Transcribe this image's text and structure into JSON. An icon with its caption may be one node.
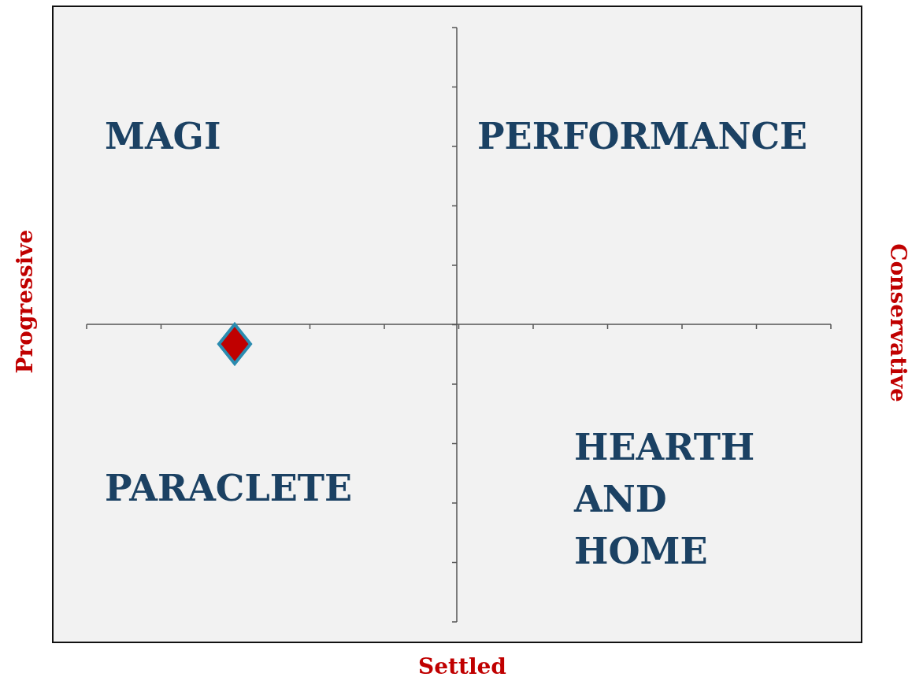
{
  "diagram": {
    "labels": [
      "MAGI",
      "PERFORMANCE",
      "Progressive",
      "Conservative",
      "PARACLETE",
      "HEARTH AND HOME",
      "Settled"
    ]
  }
}
